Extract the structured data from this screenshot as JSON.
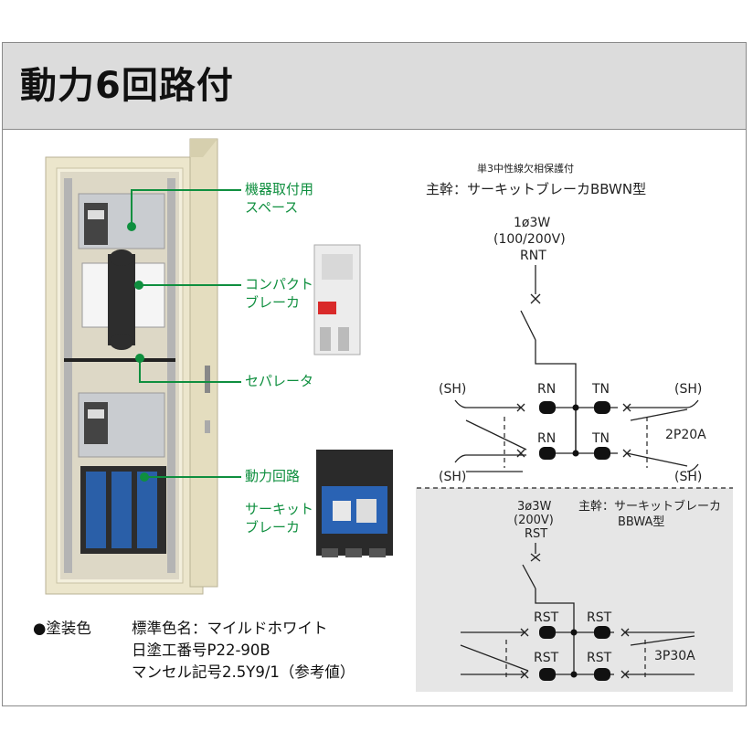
{
  "title": "動力6回路付",
  "labels": {
    "mount_space": [
      "機器取付用",
      "スペース"
    ],
    "compact_breaker": [
      "コンパクト",
      "ブレーカ"
    ],
    "separator": "セパレータ",
    "power_circuit": "動力回路",
    "circuit_breaker": [
      "サーキット",
      "ブレーカ"
    ]
  },
  "paint": {
    "line1_prefix": "●塗装色",
    "line1_value": "標準色名：マイルドホワイト",
    "line2": "日塗工番号P22-90B",
    "line3": "マンセル記号2.5Y9/1（参考値）"
  },
  "diagram_top": {
    "note": "単3中性線欠相保護付",
    "main": "主幹：サーキットブレーカBBWN型",
    "system": [
      "1ø3W",
      "(100/200V)",
      "RNT"
    ],
    "rn": "RN",
    "tn": "TN",
    "sh": "(SH)",
    "rating": "2P20A"
  },
  "diagram_bottom": {
    "system": [
      "3ø3W",
      "(200V)",
      "RST"
    ],
    "main": [
      "主幹：サーキットブレーカ",
      "BBWA型"
    ],
    "rst": "RST",
    "rating": "3P30A"
  },
  "colors": {
    "accent_green": "#0f8f3f",
    "header_gray": "#dcdcdc",
    "panel_cream": "#efe9d0"
  }
}
